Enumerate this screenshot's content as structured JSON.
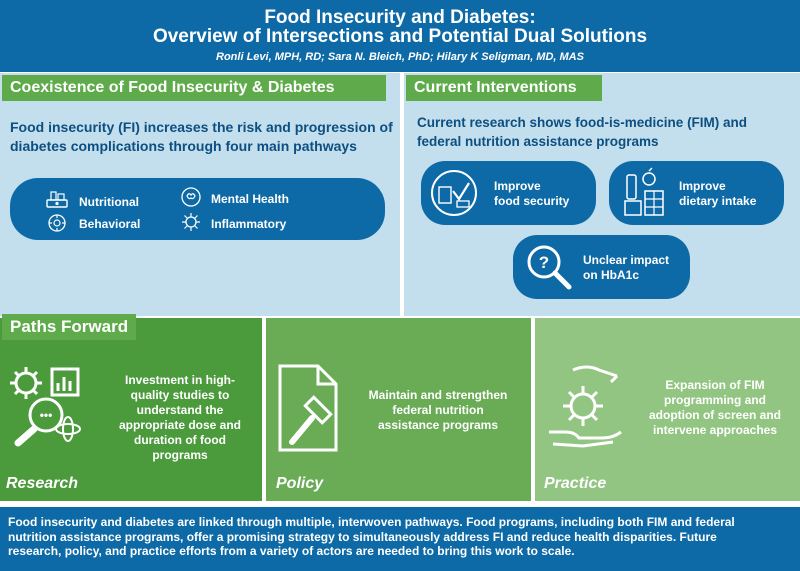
{
  "header": {
    "title_line1": "Food Insecurity and Diabetes:",
    "title_line2": "Overview of Intersections and Potential Dual Solutions",
    "authors": "Ronli Levi, MPH, RD; Sara N. Bleich, PhD; Hilary K Seligman, MD, MAS"
  },
  "coexistence": {
    "heading": "Coexistence of Food Insecurity & Diabetes",
    "lead": "Food insecurity (FI) increases the risk and progression of diabetes complications through four main pathways",
    "pathways": [
      "Nutritional",
      "Mental Health",
      "Behavioral",
      "Inflammatory"
    ]
  },
  "interventions": {
    "heading": "Current Interventions",
    "lead": "Current research shows food-is-medicine (FIM) and federal nutrition assistance programs",
    "outcomes": [
      {
        "line1": "Improve",
        "line2": "food security"
      },
      {
        "line1": "Improve",
        "line2": "dietary intake"
      },
      {
        "line1": "Unclear impact",
        "line2": "on HbA1c"
      }
    ]
  },
  "paths": {
    "heading": "Paths Forward",
    "research": {
      "label": "Research",
      "lines": [
        "Investment in high-",
        "quality studies to",
        "understand the",
        "appropriate dose and",
        "duration of food",
        "programs"
      ]
    },
    "policy": {
      "label": "Policy",
      "lines": [
        "Maintain and strengthen",
        "federal nutrition",
        "assistance programs"
      ]
    },
    "practice": {
      "label": "Practice",
      "lines": [
        "Expansion of FIM",
        "programming and",
        "adoption of screen and",
        "intervene approaches"
      ]
    }
  },
  "footer": {
    "lines": [
      "Food insecurity and diabetes are linked through multiple, interwoven pathways. Food programs, including both FIM and federal",
      "nutrition assistance programs, offer a promising strategy to simultaneously address FI and reduce health disparities. Future",
      "research, policy, and practice efforts from a variety of actors are needed to bring this work to scale."
    ]
  },
  "colors": {
    "blue": "#0d6aa6",
    "light_blue": "#c3dfee",
    "green": "#5fab4b",
    "dark_text": "#0c4f80"
  },
  "icons": [
    "food-scale-icon",
    "brain-icon",
    "head-circle-icon",
    "virus-icon",
    "food-security-icon",
    "groceries-icon",
    "question-magnifier-icon",
    "research-gears-icon",
    "gavel-document-icon",
    "hand-gear-icon"
  ]
}
